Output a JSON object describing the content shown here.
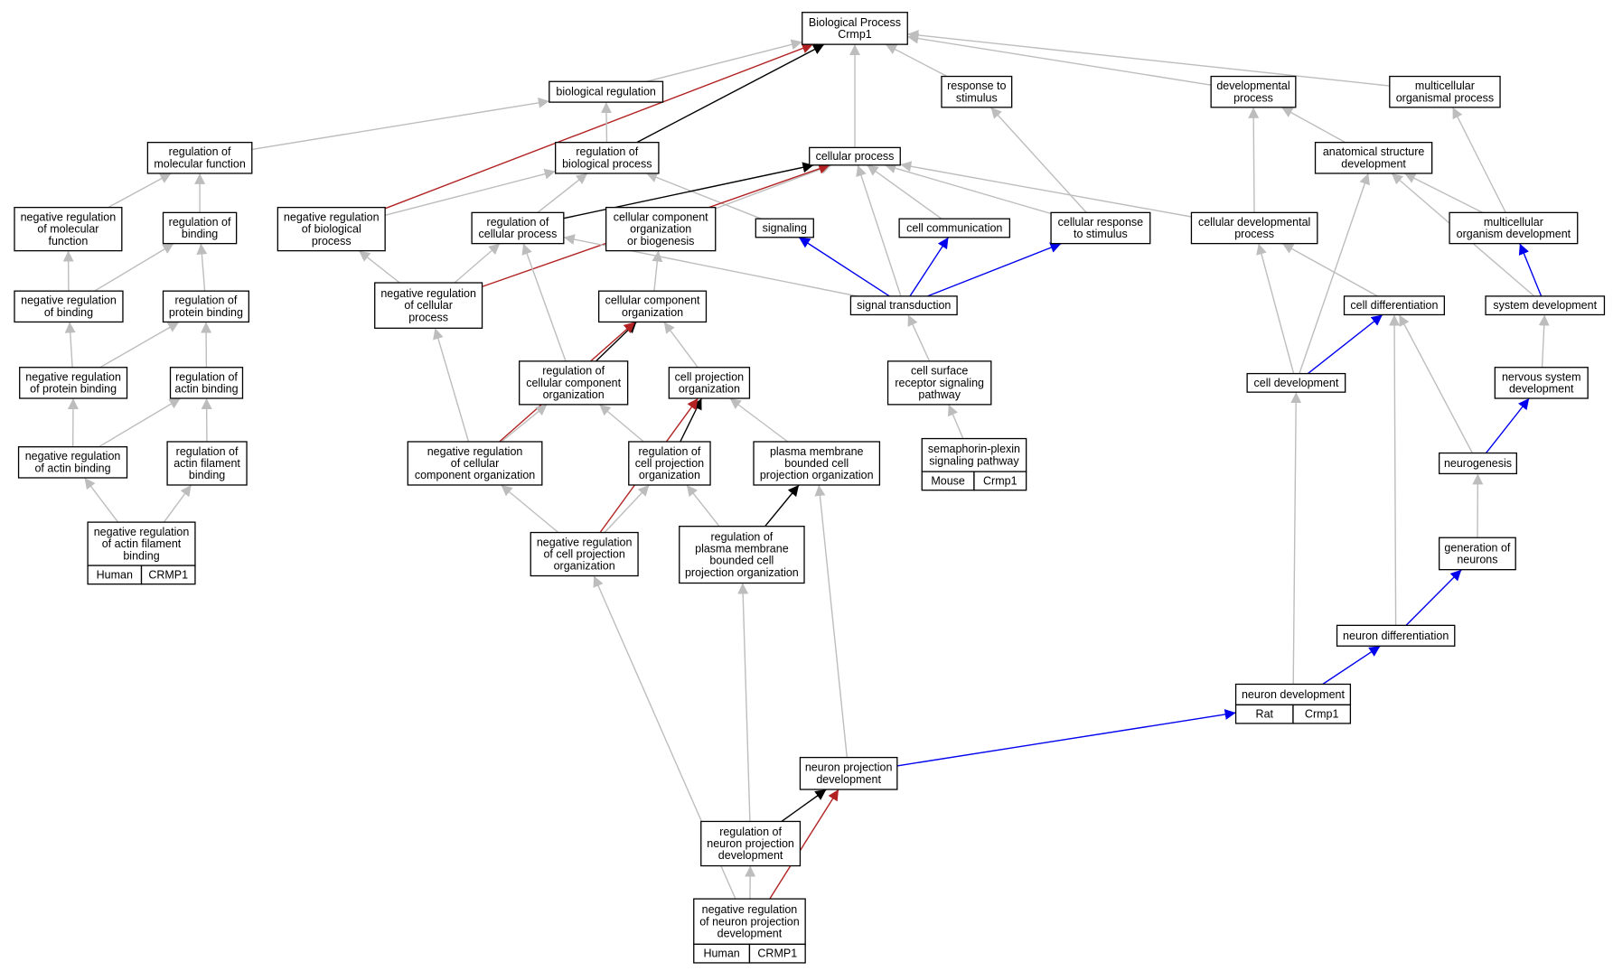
{
  "colors": {
    "grey": "#bdbdbd",
    "black": "#000000",
    "red": "#b22222",
    "blue": "#0000ee"
  },
  "nodes": [
    {
      "id": "bp",
      "lines": [
        "Biological Process",
        "Crmp1"
      ]
    },
    {
      "id": "bioreg",
      "lines": [
        "biological regulation"
      ]
    },
    {
      "id": "resp",
      "lines": [
        "response to",
        "stimulus"
      ]
    },
    {
      "id": "devproc",
      "lines": [
        "developmental",
        "process"
      ]
    },
    {
      "id": "multi",
      "lines": [
        "multicellular",
        "organismal process"
      ]
    },
    {
      "id": "regmol",
      "lines": [
        "regulation of",
        "molecular function"
      ]
    },
    {
      "id": "regbio",
      "lines": [
        "regulation of",
        "biological process"
      ]
    },
    {
      "id": "cellproc",
      "lines": [
        "cellular process"
      ]
    },
    {
      "id": "anat",
      "lines": [
        "anatomical structure",
        "development"
      ]
    },
    {
      "id": "negmol",
      "lines": [
        "negative regulation",
        "of molecular",
        "function"
      ]
    },
    {
      "id": "regbind",
      "lines": [
        "regulation of",
        "binding"
      ]
    },
    {
      "id": "negbio",
      "lines": [
        "negative regulation",
        "of biological",
        "process"
      ]
    },
    {
      "id": "regcell",
      "lines": [
        "regulation of",
        "cellular process"
      ]
    },
    {
      "id": "ccob",
      "lines": [
        "cellular component",
        "organization",
        "or biogenesis"
      ]
    },
    {
      "id": "signaling",
      "lines": [
        "signaling"
      ]
    },
    {
      "id": "cellcomm",
      "lines": [
        "cell communication"
      ]
    },
    {
      "id": "cellresp",
      "lines": [
        "cellular response",
        "to stimulus"
      ]
    },
    {
      "id": "celldevproc",
      "lines": [
        "cellular developmental",
        "process"
      ]
    },
    {
      "id": "multidev",
      "lines": [
        "multicellular",
        "organism development"
      ]
    },
    {
      "id": "negbind",
      "lines": [
        "negative regulation",
        "of binding"
      ]
    },
    {
      "id": "regprot",
      "lines": [
        "regulation of",
        "protein binding"
      ]
    },
    {
      "id": "negcell",
      "lines": [
        "negative regulation",
        "of cellular",
        "process"
      ]
    },
    {
      "id": "cco",
      "lines": [
        "cellular component",
        "organization"
      ]
    },
    {
      "id": "sigtrans",
      "lines": [
        "signal transduction"
      ]
    },
    {
      "id": "celldiff",
      "lines": [
        "cell differentiation"
      ]
    },
    {
      "id": "sysdev",
      "lines": [
        "system development"
      ]
    },
    {
      "id": "negprot",
      "lines": [
        "negative regulation",
        "of protein binding"
      ]
    },
    {
      "id": "regactin",
      "lines": [
        "regulation of",
        "actin binding"
      ]
    },
    {
      "id": "regcco",
      "lines": [
        "regulation of",
        "cellular component",
        "organization"
      ]
    },
    {
      "id": "cpo",
      "lines": [
        "cell projection",
        "organization"
      ]
    },
    {
      "id": "csrsp",
      "lines": [
        "cell surface",
        "receptor signaling",
        "pathway"
      ]
    },
    {
      "id": "celldev",
      "lines": [
        "cell development"
      ]
    },
    {
      "id": "nsd",
      "lines": [
        "nervous system",
        "development"
      ]
    },
    {
      "id": "negactin",
      "lines": [
        "negative regulation",
        "of actin binding"
      ]
    },
    {
      "id": "regafb",
      "lines": [
        "regulation of",
        "actin filament",
        "binding"
      ]
    },
    {
      "id": "negcco",
      "lines": [
        "negative regulation",
        "of cellular",
        "component organization"
      ]
    },
    {
      "id": "regcpo",
      "lines": [
        "regulation of",
        "cell projection",
        "organization"
      ]
    },
    {
      "id": "pmbcpo",
      "lines": [
        "plasma membrane",
        "bounded cell",
        "projection organization"
      ]
    },
    {
      "id": "sema",
      "lines": [
        "semaphorin-plexin",
        "signaling pathway"
      ],
      "badge": [
        "Mouse",
        "Crmp1"
      ],
      "badgeColor": "#add8e6"
    },
    {
      "id": "neurogen",
      "lines": [
        "neurogenesis"
      ]
    },
    {
      "id": "negafb",
      "lines": [
        "negative regulation",
        "of actin filament",
        "binding"
      ],
      "badge": [
        "Human",
        "CRMP1"
      ],
      "badgeColor": "#ff6347"
    },
    {
      "id": "negcpo",
      "lines": [
        "negative regulation",
        "of cell projection",
        "organization"
      ]
    },
    {
      "id": "regpmb",
      "lines": [
        "regulation of",
        "plasma membrane",
        "bounded cell",
        "projection organization"
      ]
    },
    {
      "id": "genneur",
      "lines": [
        "generation of",
        "neurons"
      ]
    },
    {
      "id": "neurdiff",
      "lines": [
        "neuron differentiation"
      ]
    },
    {
      "id": "neurdev",
      "lines": [
        "neuron development"
      ],
      "badge": [
        "Rat",
        "Crmp1"
      ],
      "badgeColor": "#ffd700"
    },
    {
      "id": "npd",
      "lines": [
        "neuron projection",
        "development"
      ]
    },
    {
      "id": "regnpd",
      "lines": [
        "regulation of",
        "neuron projection",
        "development"
      ]
    },
    {
      "id": "negnpd",
      "lines": [
        "negative regulation",
        "of neuron projection",
        "development"
      ],
      "badge": [
        "Human",
        "CRMP1"
      ],
      "badgeColor": "#ff6347"
    }
  ],
  "edges": [
    {
      "from": "bioreg",
      "to": "bp",
      "color": "grey"
    },
    {
      "from": "resp",
      "to": "bp",
      "color": "grey"
    },
    {
      "from": "devproc",
      "to": "bp",
      "color": "grey"
    },
    {
      "from": "multi",
      "to": "bp",
      "color": "grey"
    },
    {
      "from": "cellproc",
      "to": "bp",
      "color": "grey"
    },
    {
      "from": "regbio",
      "to": "bp",
      "color": "black"
    },
    {
      "from": "negbio",
      "to": "bp",
      "color": "red"
    },
    {
      "from": "regmol",
      "to": "bioreg",
      "color": "grey"
    },
    {
      "from": "regbio",
      "to": "bioreg",
      "color": "grey"
    },
    {
      "from": "anat",
      "to": "devproc",
      "color": "grey"
    },
    {
      "from": "celldevproc",
      "to": "devproc",
      "color": "grey"
    },
    {
      "from": "negmol",
      "to": "regmol",
      "color": "grey"
    },
    {
      "from": "regbind",
      "to": "regmol",
      "color": "grey"
    },
    {
      "from": "negbio",
      "to": "regbio",
      "color": "grey"
    },
    {
      "from": "regcell",
      "to": "regbio",
      "color": "grey"
    },
    {
      "from": "signaling",
      "to": "regbio",
      "color": "grey"
    },
    {
      "from": "ccob",
      "to": "cellproc",
      "color": "grey"
    },
    {
      "from": "cellcomm",
      "to": "cellproc",
      "color": "grey"
    },
    {
      "from": "cellresp",
      "to": "cellproc",
      "color": "grey"
    },
    {
      "from": "celldevproc",
      "to": "cellproc",
      "color": "grey"
    },
    {
      "from": "sigtrans",
      "to": "cellproc",
      "color": "grey"
    },
    {
      "from": "regcell",
      "to": "cellproc",
      "color": "black"
    },
    {
      "from": "negcell",
      "to": "cellproc",
      "color": "red"
    },
    {
      "from": "cellresp",
      "to": "resp",
      "color": "grey"
    },
    {
      "from": "multidev",
      "to": "multi",
      "color": "grey"
    },
    {
      "from": "multidev",
      "to": "anat",
      "color": "grey"
    },
    {
      "from": "celldev",
      "to": "anat",
      "color": "grey"
    },
    {
      "from": "sysdev",
      "to": "anat",
      "color": "grey"
    },
    {
      "from": "negbind",
      "to": "negmol",
      "color": "grey"
    },
    {
      "from": "negbind",
      "to": "regbind",
      "color": "grey"
    },
    {
      "from": "regprot",
      "to": "regbind",
      "color": "grey"
    },
    {
      "from": "negcell",
      "to": "negbio",
      "color": "grey"
    },
    {
      "from": "negcell",
      "to": "regcell",
      "color": "grey"
    },
    {
      "from": "regcco",
      "to": "regcell",
      "color": "grey"
    },
    {
      "from": "sigtrans",
      "to": "regcell",
      "color": "grey"
    },
    {
      "from": "cco",
      "to": "ccob",
      "color": "grey"
    },
    {
      "from": "sigtrans",
      "to": "signaling",
      "color": "blue"
    },
    {
      "from": "sigtrans",
      "to": "cellcomm",
      "color": "blue"
    },
    {
      "from": "sigtrans",
      "to": "cellresp",
      "color": "blue"
    },
    {
      "from": "celldiff",
      "to": "celldevproc",
      "color": "grey"
    },
    {
      "from": "celldev",
      "to": "celldevproc",
      "color": "grey"
    },
    {
      "from": "sysdev",
      "to": "multidev",
      "color": "blue"
    },
    {
      "from": "negprot",
      "to": "negbind",
      "color": "grey"
    },
    {
      "from": "negprot",
      "to": "regprot",
      "color": "grey"
    },
    {
      "from": "regactin",
      "to": "regprot",
      "color": "grey"
    },
    {
      "from": "negcco",
      "to": "negcell",
      "color": "grey"
    },
    {
      "from": "cpo",
      "to": "cco",
      "color": "grey"
    },
    {
      "from": "regcco",
      "to": "cco",
      "color": "black"
    },
    {
      "from": "negcco",
      "to": "cco",
      "color": "red"
    },
    {
      "from": "csrsp",
      "to": "sigtrans",
      "color": "grey"
    },
    {
      "from": "celldev",
      "to": "celldiff",
      "color": "blue"
    },
    {
      "from": "neurogen",
      "to": "celldiff",
      "color": "grey"
    },
    {
      "from": "neurdiff",
      "to": "celldiff",
      "color": "grey"
    },
    {
      "from": "nsd",
      "to": "sysdev",
      "color": "grey"
    },
    {
      "from": "negactin",
      "to": "negprot",
      "color": "grey"
    },
    {
      "from": "negactin",
      "to": "regactin",
      "color": "grey"
    },
    {
      "from": "regafb",
      "to": "regactin",
      "color": "grey"
    },
    {
      "from": "negcco",
      "to": "regcco",
      "color": "grey"
    },
    {
      "from": "regcpo",
      "to": "regcco",
      "color": "grey"
    },
    {
      "from": "pmbcpo",
      "to": "cpo",
      "color": "grey"
    },
    {
      "from": "regcpo",
      "to": "cpo",
      "color": "black"
    },
    {
      "from": "negcpo",
      "to": "cpo",
      "color": "red"
    },
    {
      "from": "sema",
      "to": "csrsp",
      "color": "grey"
    },
    {
      "from": "neurdev",
      "to": "celldev",
      "color": "grey"
    },
    {
      "from": "neurogen",
      "to": "nsd",
      "color": "blue"
    },
    {
      "from": "negafb",
      "to": "negactin",
      "color": "grey"
    },
    {
      "from": "negafb",
      "to": "regafb",
      "color": "grey"
    },
    {
      "from": "negcpo",
      "to": "negcco",
      "color": "grey"
    },
    {
      "from": "negcpo",
      "to": "regcpo",
      "color": "grey"
    },
    {
      "from": "regpmb",
      "to": "regcpo",
      "color": "grey"
    },
    {
      "from": "regpmb",
      "to": "pmbcpo",
      "color": "black"
    },
    {
      "from": "npd",
      "to": "pmbcpo",
      "color": "grey"
    },
    {
      "from": "genneur",
      "to": "neurogen",
      "color": "grey"
    },
    {
      "from": "neurdiff",
      "to": "genneur",
      "color": "blue"
    },
    {
      "from": "neurdev",
      "to": "neurdiff",
      "color": "blue"
    },
    {
      "from": "npd",
      "to": "neurdev",
      "color": "blue"
    },
    {
      "from": "regnpd",
      "to": "npd",
      "color": "black"
    },
    {
      "from": "negnpd",
      "to": "npd",
      "color": "red"
    },
    {
      "from": "regnpd",
      "to": "regpmb",
      "color": "grey"
    },
    {
      "from": "negnpd",
      "to": "regnpd",
      "color": "grey"
    },
    {
      "from": "negnpd",
      "to": "negcpo",
      "color": "grey"
    }
  ]
}
